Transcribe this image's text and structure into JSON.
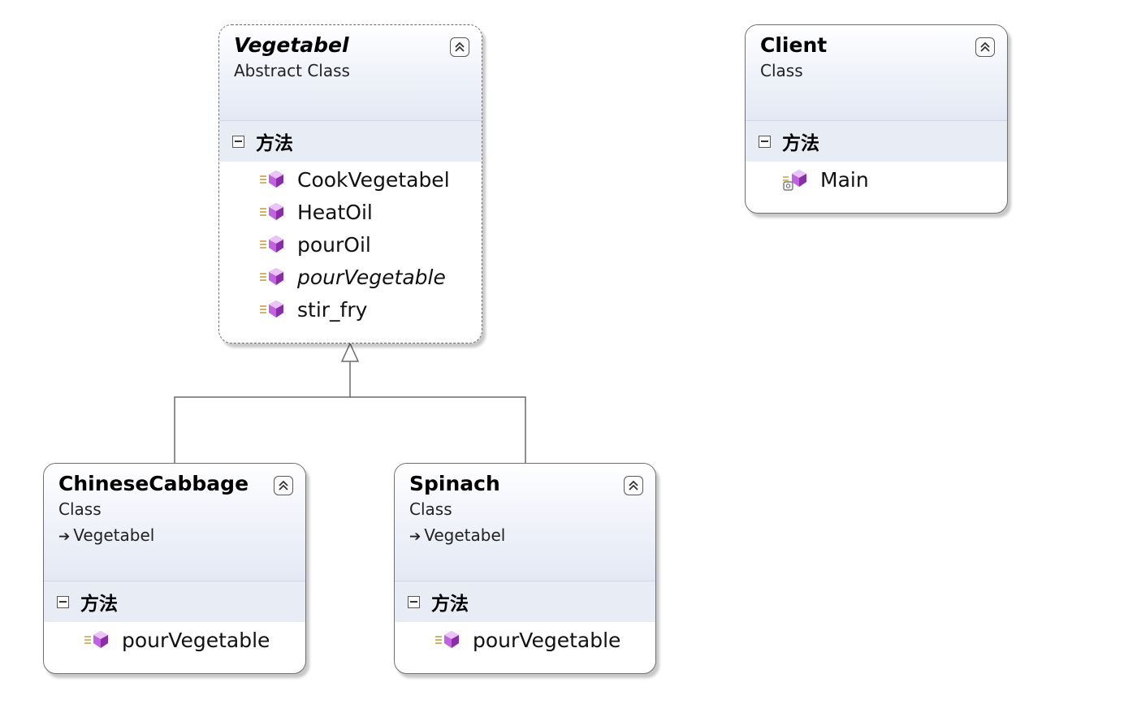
{
  "colors": {
    "border": "#6f6f6f",
    "header_gradient_bottom": "#e3e8f4",
    "section_bg": "#e8ecf5",
    "method_icon": "#b04ad6",
    "connector": "#6a6a6a"
  },
  "classes": {
    "vegetabel": {
      "name": "Vegetabel",
      "kind": "Abstract Class",
      "section_title": "方法",
      "methods": [
        "CookVegetabel",
        "HeatOil",
        "pourOil",
        "pourVegetable",
        "stir_fry"
      ]
    },
    "client": {
      "name": "Client",
      "kind": "Class",
      "section_title": "方法",
      "methods": [
        "Main"
      ]
    },
    "chinese_cabbage": {
      "name": "ChineseCabbage",
      "kind": "Class",
      "base": "Vegetabel",
      "section_title": "方法",
      "methods": [
        "pourVegetable"
      ]
    },
    "spinach": {
      "name": "Spinach",
      "kind": "Class",
      "base": "Vegetabel",
      "section_title": "方法",
      "methods": [
        "pourVegetable"
      ]
    }
  },
  "icons": {
    "collapse": "double-chevron-up-icon",
    "section_toggle": "minus-box-icon",
    "method": "method-cube-icon",
    "static_method": "static-method-icon",
    "base_arrow": "inheritance-arrow-icon"
  }
}
